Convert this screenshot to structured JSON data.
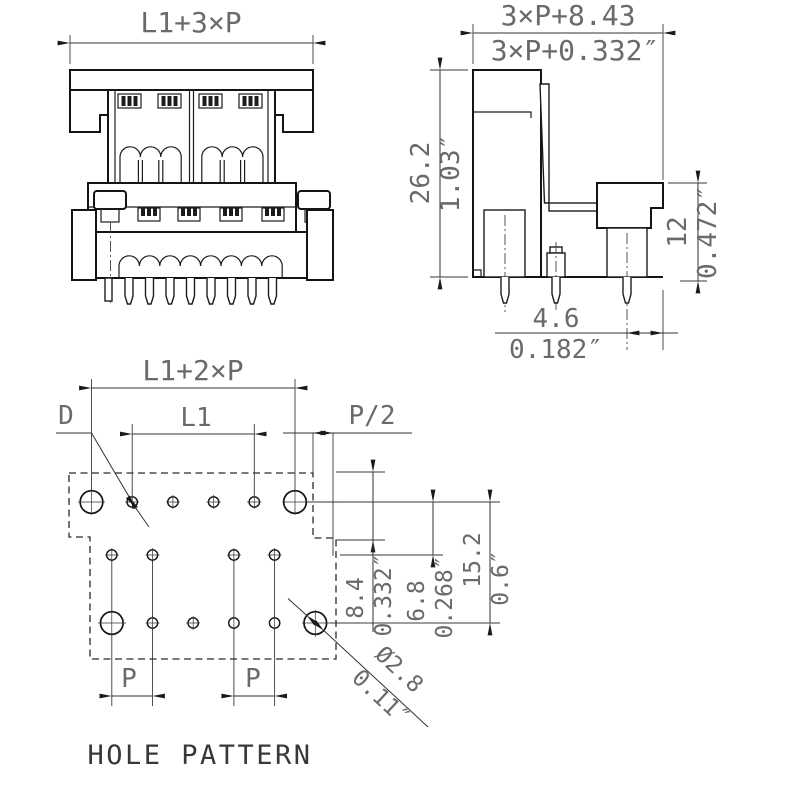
{
  "drawing": {
    "caption": "HOLE PATTERN",
    "front_view": {
      "width_label": "L1+3×P"
    },
    "side_view": {
      "width_mm": "3×P+8.43",
      "width_in": "3×P+0.332″",
      "height_mm": "26.2",
      "height_in": "1.03″",
      "flange_height_mm": "12",
      "flange_height_in": "0.472″",
      "pin_edge_mm": "4.6",
      "pin_edge_in": "0.182″"
    },
    "hole_pattern": {
      "overall_width": "L1+2×P",
      "inner_width": "L1",
      "ref_label": "D",
      "half_pitch": "P/2",
      "pitch_a": "P",
      "pitch_b": "P",
      "edge_offset_mm": "8.4",
      "edge_offset_in": "0.332″",
      "row_gap_mm": "6.8",
      "row_gap_in": "0.268″",
      "depth_mm": "15.2",
      "depth_in": "0.6″",
      "hole_dia_mm": "Ø2.8",
      "hole_dia_in": "0.11″"
    }
  }
}
